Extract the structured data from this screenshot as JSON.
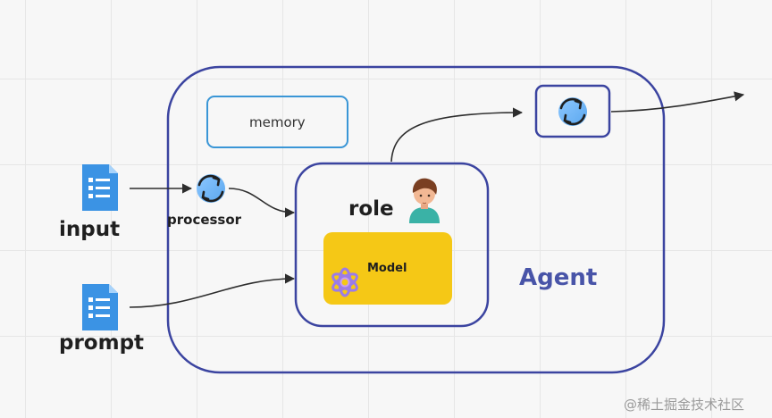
{
  "diagram": {
    "nodes": {
      "input": "input",
      "prompt": "prompt",
      "processor": "processor",
      "memory": "memory",
      "role": "role",
      "model": "Model",
      "agent": "Agent"
    },
    "colors": {
      "agent_border": "#3b44a0",
      "memory_border": "#3a96d6",
      "model_fill": "#f5c816",
      "arrow": "#2d2d2d",
      "doc_icon": "#2f8ee0",
      "agent_label": "#4854a8"
    },
    "icons": [
      "document-icon",
      "sync-icon",
      "person-avatar-icon",
      "openai-logo-icon"
    ]
  },
  "watermark": "@稀土掘金技术社区"
}
